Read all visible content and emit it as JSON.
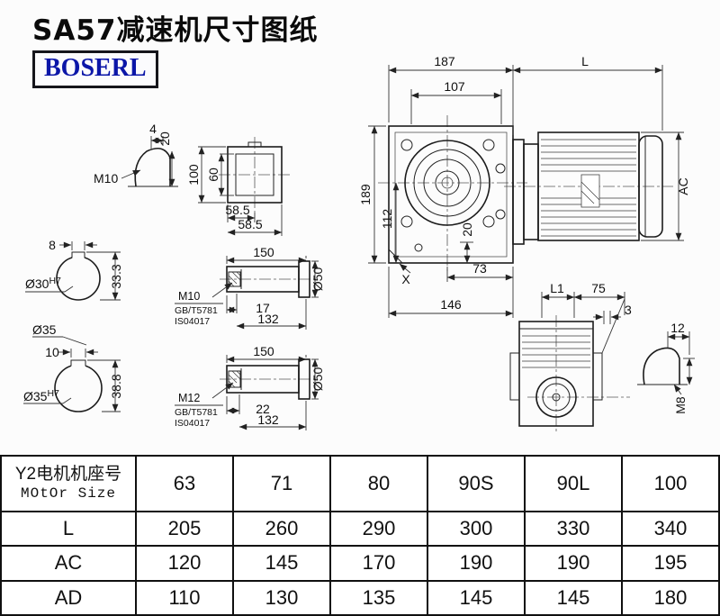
{
  "page": {
    "title": "SA57减速机尺寸图纸",
    "brand": "BOSERL"
  },
  "drawing": {
    "top_view": {
      "dim_187": "187",
      "dim_L": "L",
      "dim_107": "107",
      "dim_189": "189",
      "dim_112": "112",
      "dim_20": "20",
      "dim_AC": "AC",
      "dim_73": "73",
      "dim_146": "146",
      "label_X": "X"
    },
    "rear_view": {
      "dim_L1": "L1",
      "dim_75": "75",
      "dim_3": "3"
    },
    "shaft_end_m8": {
      "dim_12": "12",
      "thread_M8": "M8"
    },
    "shaft_end_m10": {
      "thread_M10": "M10",
      "dim_4": "4",
      "dim_20": "20"
    },
    "flange_view": {
      "dim_100": "100",
      "dim_60": "60",
      "dim_58_5_a": "58.5",
      "dim_58_5_b": "58.5"
    },
    "bore_30": {
      "dim_8": "8",
      "dia_main": "Ø30",
      "dia_sup": "H7",
      "dim_33_3": "33.3"
    },
    "bore_35": {
      "dim_10": "10",
      "dia_main": "Ø35",
      "dia_sup": "H7",
      "dim_38_8": "38.8"
    },
    "shaft_dia_label": "Ø35",
    "shaft_upper": {
      "dim_150": "150",
      "thread": "M10",
      "standard": "GB/T5781",
      "iso": "IS04017",
      "dim_17": "17",
      "dim_132": "132",
      "dia_50": "Ø50"
    },
    "shaft_lower": {
      "dim_150": "150",
      "thread": "M12",
      "standard": "GB/T5781",
      "iso": "IS04017",
      "dim_22": "22",
      "dim_132": "132",
      "dia_50": "Ø50"
    }
  },
  "table": {
    "header": {
      "line1": "Y2电机机座号",
      "line2": "MOtOr Size"
    },
    "motor_sizes": [
      "63",
      "71",
      "80",
      "90S",
      "90L",
      "100"
    ],
    "rows": [
      {
        "label": "L",
        "values": [
          "205",
          "260",
          "290",
          "300",
          "330",
          "340"
        ]
      },
      {
        "label": "AC",
        "values": [
          "120",
          "145",
          "170",
          "190",
          "190",
          "195"
        ]
      },
      {
        "label": "AD",
        "values": [
          "110",
          "130",
          "135",
          "145",
          "145",
          "180"
        ]
      }
    ]
  }
}
